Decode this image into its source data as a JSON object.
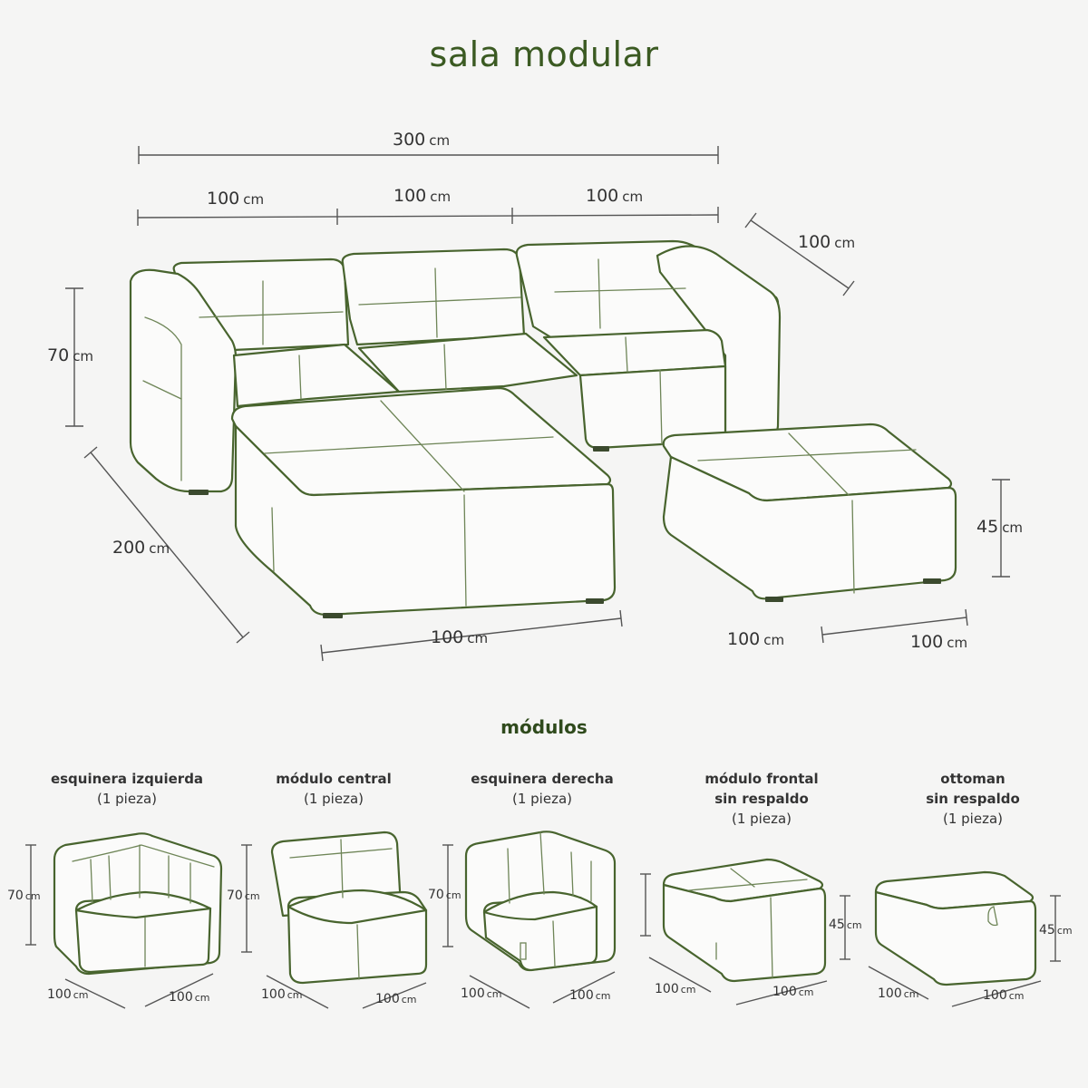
{
  "title": "sala modular",
  "unit": "cm",
  "dimensions": {
    "total_width": "300",
    "seg_left": "100",
    "seg_mid": "100",
    "seg_right": "100",
    "depth_back": "100",
    "height": "70",
    "depth_total": "200",
    "front_width": "100",
    "ottoman_height": "45",
    "ottoman_width": "100",
    "ottoman_depth": "100"
  },
  "modules_heading": "módulos",
  "modules": [
    {
      "name": "esquinera izquierda",
      "subtitle": "",
      "qty": "(1 pieza)",
      "height": "70",
      "w": "100",
      "d": "100"
    },
    {
      "name": "módulo central",
      "subtitle": "",
      "qty": "(1 pieza)",
      "height": "70",
      "w": "100",
      "d": "100"
    },
    {
      "name": "esquinera derecha",
      "subtitle": "",
      "qty": "(1 pieza)",
      "height": "70",
      "w": "100",
      "d": "100"
    },
    {
      "name": "módulo frontal",
      "subtitle": "sin respaldo",
      "qty": "(1 pieza)",
      "height": "45",
      "w": "100",
      "d": "100"
    },
    {
      "name": "ottoman",
      "subtitle": "sin respaldo",
      "qty": "(1 pieza)",
      "height": "45",
      "w": "100",
      "d": "100"
    }
  ]
}
